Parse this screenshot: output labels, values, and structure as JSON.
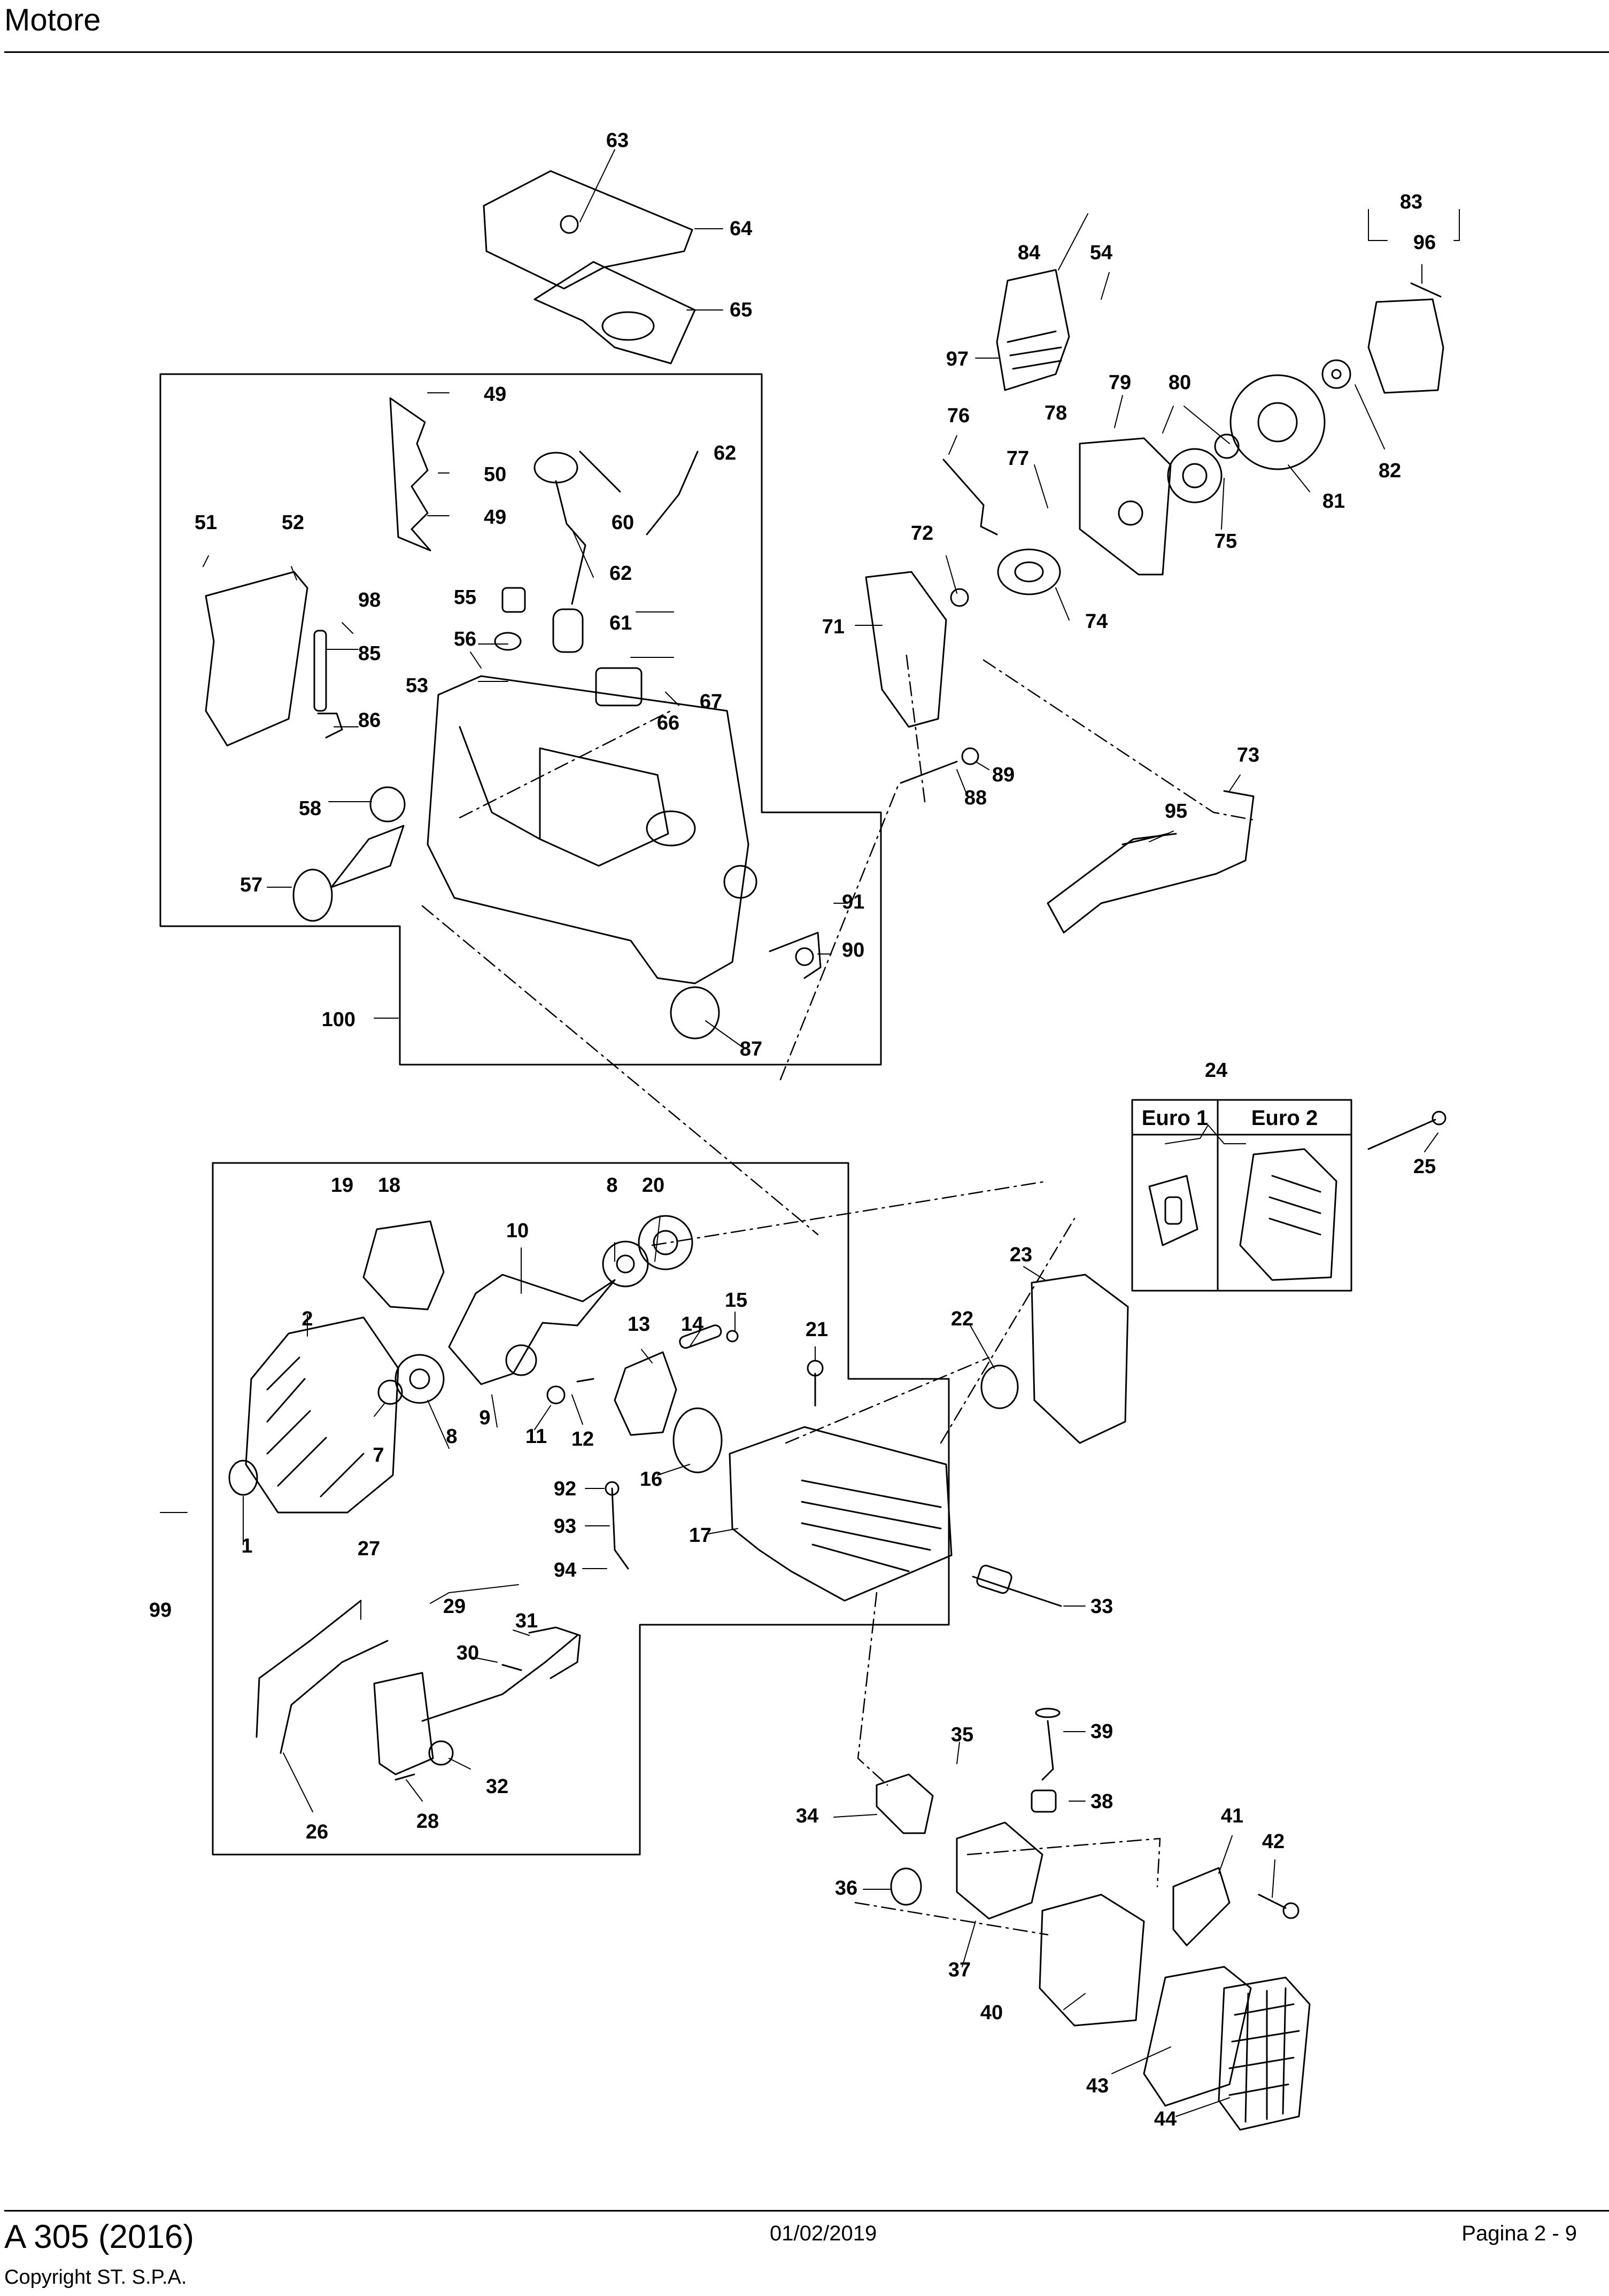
{
  "header": {
    "title": "Motore"
  },
  "footer": {
    "model": "A 305 (2016)",
    "copyright": "Copyright ST. S.P.A.",
    "date": "01/02/2019",
    "page": "Pagina 2 - 9"
  },
  "diagram": {
    "variants": {
      "left": "Euro 1",
      "right": "Euro 2"
    },
    "part_numbers": [
      "1",
      "2",
      "7",
      "8",
      "8",
      "9",
      "10",
      "11",
      "12",
      "13",
      "14",
      "15",
      "16",
      "17",
      "18",
      "19",
      "20",
      "21",
      "22",
      "23",
      "24",
      "25",
      "26",
      "27",
      "28",
      "29",
      "30",
      "31",
      "32",
      "33",
      "34",
      "35",
      "36",
      "37",
      "38",
      "39",
      "40",
      "41",
      "42",
      "43",
      "44",
      "49",
      "49",
      "50",
      "51",
      "52",
      "53",
      "54",
      "55",
      "56",
      "57",
      "58",
      "60",
      "61",
      "62",
      "62",
      "63",
      "64",
      "65",
      "66",
      "67",
      "71",
      "72",
      "73",
      "74",
      "75",
      "76",
      "77",
      "78",
      "79",
      "80",
      "81",
      "82",
      "83",
      "84",
      "85",
      "86",
      "87",
      "88",
      "89",
      "90",
      "91",
      "92",
      "93",
      "94",
      "95",
      "96",
      "97",
      "98",
      "99",
      "100"
    ]
  }
}
